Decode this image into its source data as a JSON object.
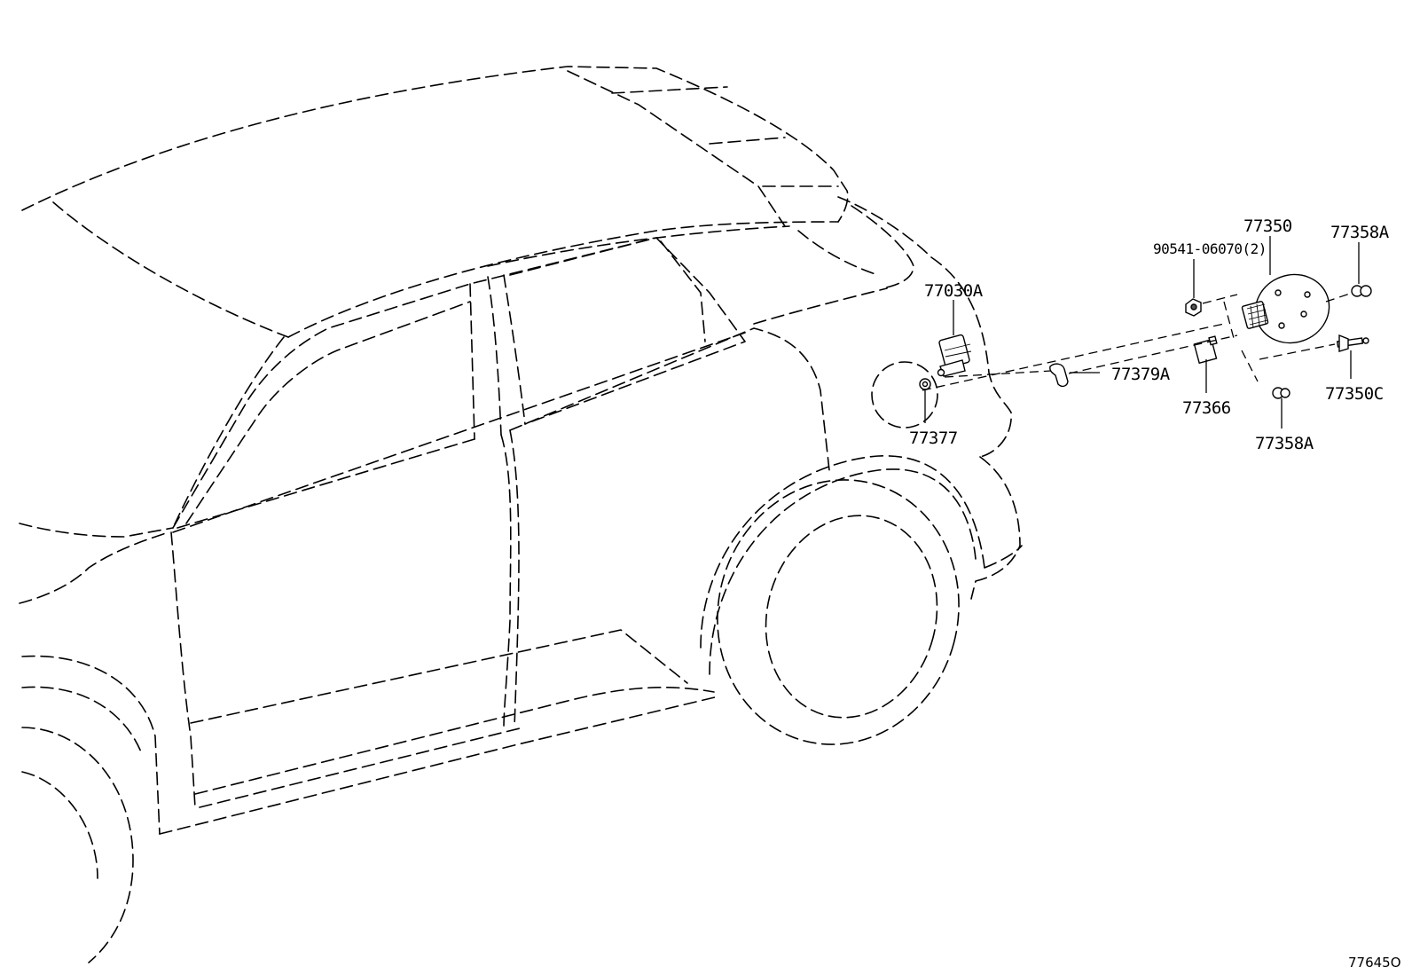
{
  "callouts": {
    "p77030A": "77030A",
    "p77350": "77350",
    "p77358A_top": "77358A",
    "p90541": "90541-06070(2)",
    "p77379A": "77379A",
    "p77366": "77366",
    "p77350C": "77350C",
    "p77377": "77377",
    "p77358A_bottom": "77358A"
  },
  "illustration_id": "77645O"
}
